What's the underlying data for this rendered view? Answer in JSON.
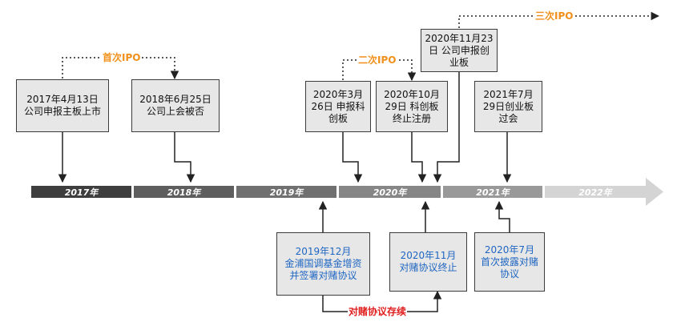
{
  "timeline": {
    "years": [
      "2017年",
      "2018年",
      "2019年",
      "2020年",
      "2021年",
      "2022年"
    ],
    "colors": [
      "#3e3e3e",
      "#5e5e5e",
      "#707070",
      "#868686",
      "#999999",
      "#d4d4d4"
    ]
  },
  "events_top": [
    {
      "text": "2017年4月13日\n公司申报主板上市"
    },
    {
      "text": "2018年6月25日\n公司上会被否"
    },
    {
      "text": "2020年3月\n26日 申报科\n创板"
    },
    {
      "text": "2020年10月\n29日 科创板\n终止注册"
    },
    {
      "text": "2020年11月23\n日 公司申报创\n业板"
    },
    {
      "text": "2021年7月\n29日创业板\n过会"
    }
  ],
  "events_bottom": [
    {
      "text": "2019年12月\n金浦国调基金增资\n并签署对赌协议"
    },
    {
      "text": "2020年11月\n对赌协议终止"
    },
    {
      "text": "2020年7月\n首次披露对赌\n协议"
    }
  ],
  "labels": {
    "ipo1": "首次IPO",
    "ipo2": "二次IPO",
    "ipo3": "三次IPO",
    "vam": "对赌协议存续"
  },
  "style": {
    "ipo_color": "#f0901a",
    "vam_color": "#e02020",
    "bottom_text_color": "#1f66c2"
  }
}
